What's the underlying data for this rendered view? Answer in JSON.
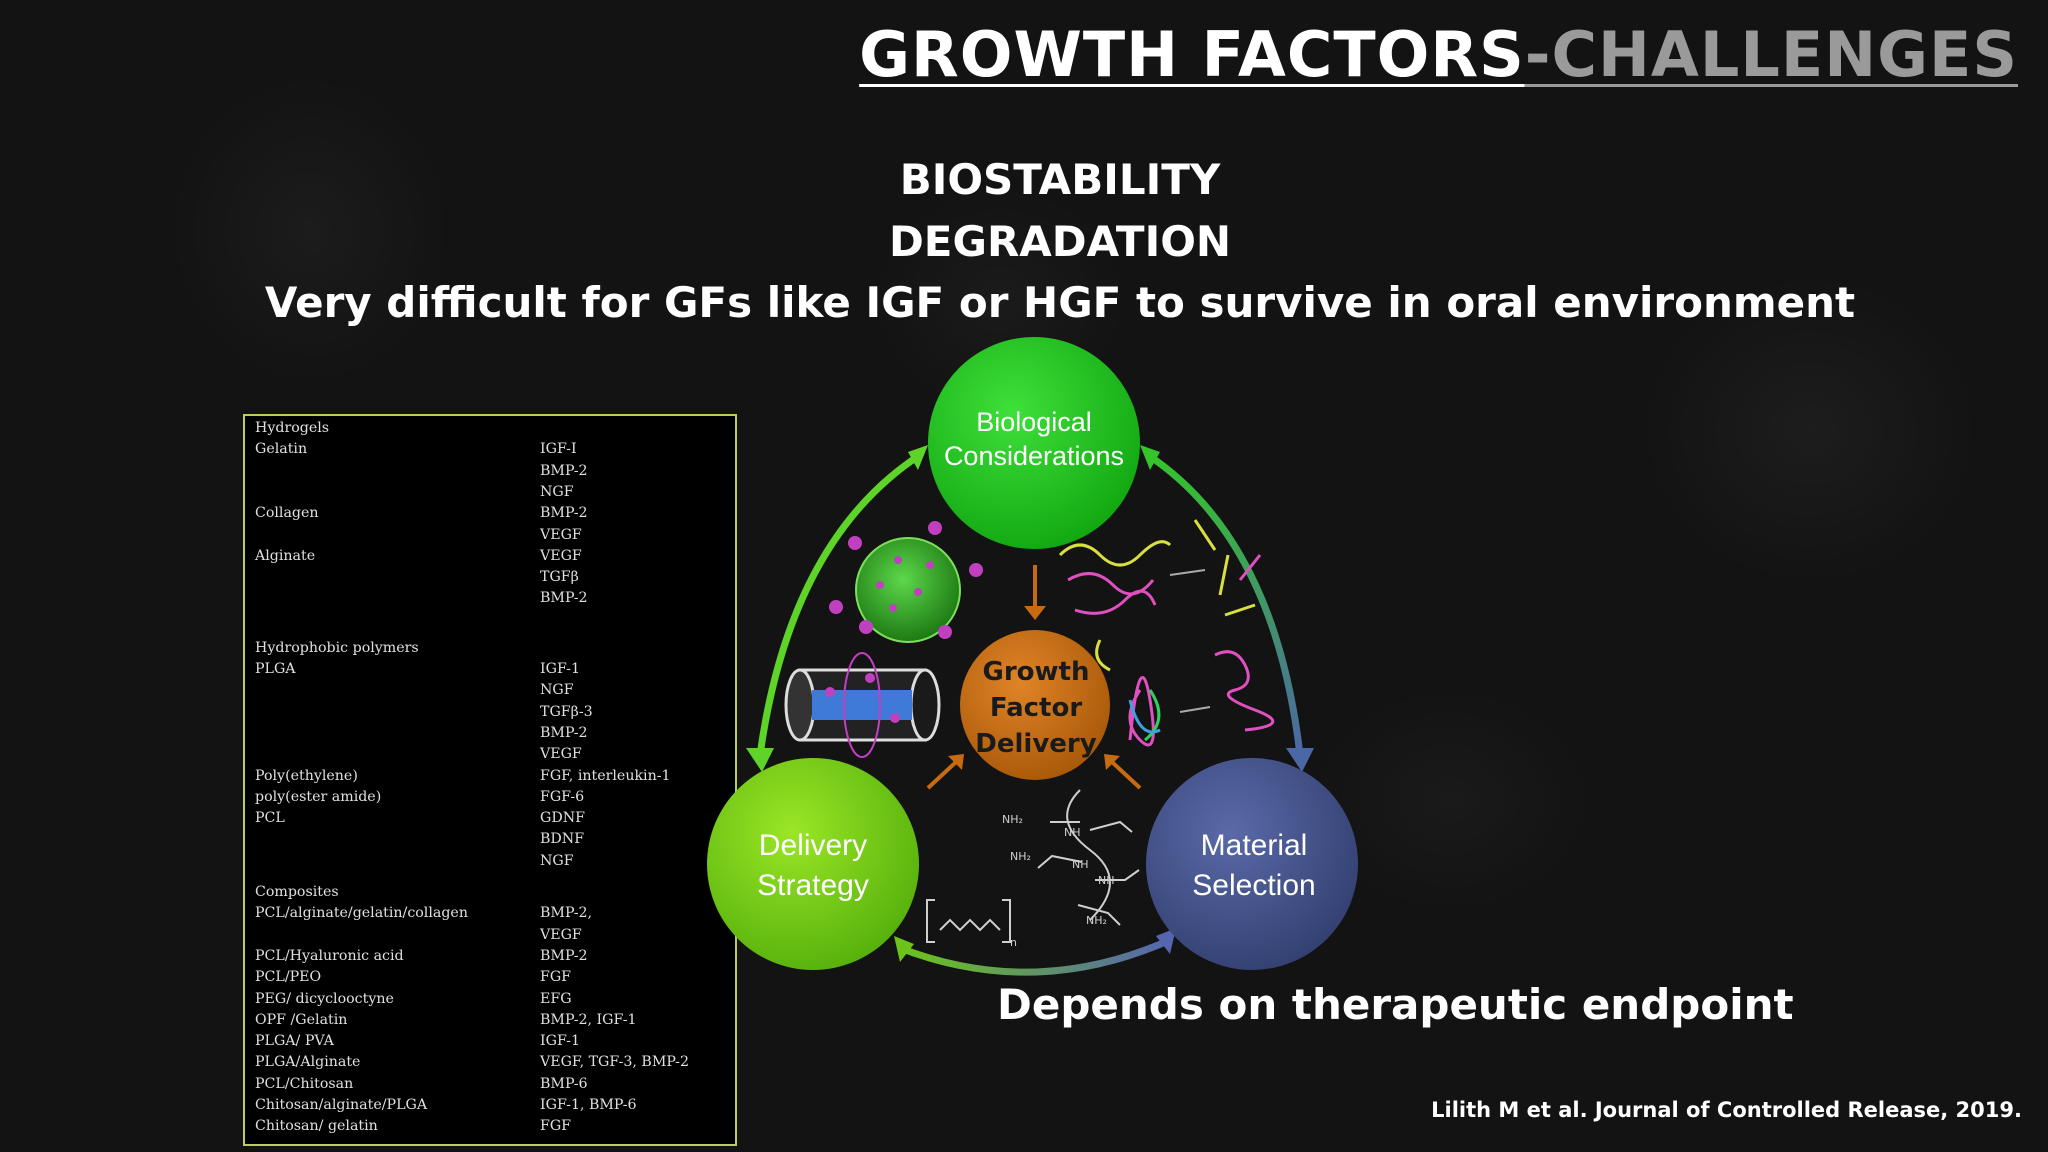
{
  "title": {
    "part1": "GROWTH FACTORS",
    "part2": "-CHALLENGES"
  },
  "headings": {
    "line1": "BIOSTABILITY",
    "line2": "DEGRADATION",
    "line3": "Very difficult for GFs like IGF or HGF to survive in oral environment"
  },
  "table": {
    "rows": [
      [
        "Hydrogels",
        ""
      ],
      [
        "Gelatin",
        "IGF-I"
      ],
      [
        "",
        "BMP-2"
      ],
      [
        "",
        "NGF"
      ],
      [
        "Collagen",
        "BMP-2"
      ],
      [
        "",
        "VEGF"
      ],
      [
        "Alginate",
        "VEGF"
      ],
      [
        "",
        "TGFβ"
      ],
      [
        "",
        "BMP-2"
      ],
      [
        "Hydrophobic polymers",
        ""
      ],
      [
        "PLGA",
        "IGF-1"
      ],
      [
        "",
        "NGF"
      ],
      [
        "",
        "TGFβ-3"
      ],
      [
        "",
        "BMP-2"
      ],
      [
        "",
        "VEGF"
      ],
      [
        "Poly(ethylene)",
        "FGF, interleukin-1"
      ],
      [
        "poly(ester amide)",
        "FGF-6"
      ],
      [
        "PCL",
        "GDNF"
      ],
      [
        "",
        "BDNF"
      ],
      [
        "",
        "NGF"
      ],
      [
        "Composites",
        ""
      ],
      [
        "PCL/alginate/gelatin/collagen",
        "BMP-2,"
      ],
      [
        "",
        "VEGF"
      ],
      [
        "PCL/Hyaluronic acid",
        "BMP-2"
      ],
      [
        "PCL/PEO",
        "FGF"
      ],
      [
        "PEG/ dicyclooctyne",
        "EFG"
      ],
      [
        "OPF /Gelatin",
        "BMP-2, IGF-1"
      ],
      [
        "PLGA/ PVA",
        "IGF-1"
      ],
      [
        "PLGA/Alginate",
        "VEGF, TGF-3, BMP-2"
      ],
      [
        "PCL/Chitosan",
        "BMP-6"
      ],
      [
        "Chitosan/alginate/PLGA",
        "IGF-1, BMP-6"
      ],
      [
        "Chitosan/ gelatin",
        "FGF"
      ]
    ]
  },
  "diagram": {
    "top_label_1": "Biological",
    "top_label_2": "Considerations",
    "left_label_1": "Delivery",
    "left_label_2": "Strategy",
    "right_label_1": "Material",
    "right_label_2": "Selection",
    "center_1": "Growth",
    "center_2": "Factor",
    "center_3": "Delivery",
    "chem_nh2a": "NH₂",
    "chem_nha": "NH",
    "chem_nh2b": "NH₂",
    "chem_nhb": "NH",
    "chem_nhc": "NH",
    "chem_nh2c": "NH₂",
    "chem_n": "n",
    "colors": {
      "green_top": "#22c21e",
      "green_left": "#7ccf12",
      "blue_right": "#3f4f86",
      "orange_center": "#c86a12"
    }
  },
  "endpoint": "Depends on therapeutic endpoint",
  "citation": "Lilith M et al. Journal of Controlled Release, 2019."
}
